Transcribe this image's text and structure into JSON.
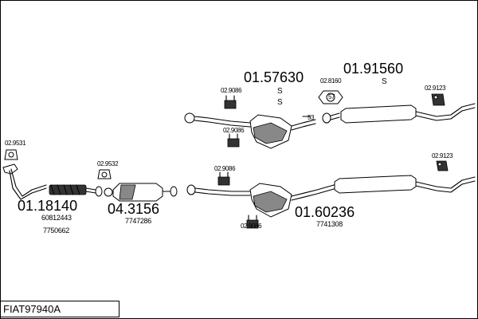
{
  "diagram_id": "FIAT97940A",
  "parts": {
    "front_pipe": {
      "number": "01.18140",
      "oe_1": "60812443",
      "oe_2": "7750662"
    },
    "catalyst": {
      "number": "04.3156",
      "oe": "7747286"
    },
    "rear_section_lower": {
      "number": "01.60236",
      "oe": "7741308"
    },
    "rear_section_upper": {
      "number": "01.57630",
      "variant_1": "S",
      "variant_2": "S"
    },
    "end_silencer_upper": {
      "number": "01.91560",
      "variant": "S"
    }
  },
  "mounts": {
    "clamp_left": "02.9531",
    "clamp_cat": "02.9532",
    "hanger_upper_1": "02.9086",
    "hanger_upper_2": "02.9086",
    "hanger_lower_1": "02.9086",
    "hanger_lower_2": "02.9086",
    "ring_upper": "02.8160",
    "bracket_upper_right": "02.9123",
    "bracket_lower_right": "02.9123"
  },
  "inline_labels": {
    "ring_code": "57",
    "flange_code": "53"
  }
}
